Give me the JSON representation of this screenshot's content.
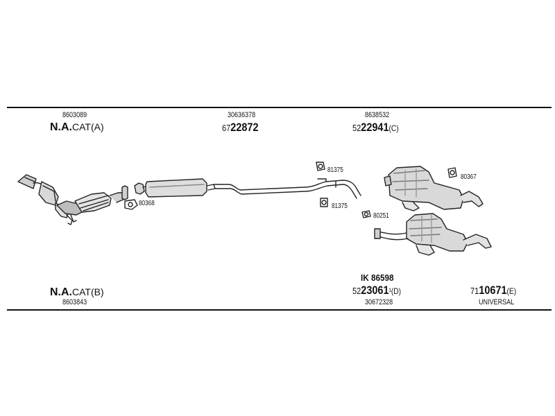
{
  "top_labels": [
    {
      "ref": "8603089",
      "part_prefix": "N.A.",
      "part_suffix": "CAT(A)"
    },
    {
      "ref": "30636378",
      "part_prefix": "67",
      "part_main": "22872",
      "part_suffix": ""
    },
    {
      "ref": "8638532",
      "part_prefix": "52",
      "part_main": "22941",
      "part_suffix": "(C)"
    }
  ],
  "bottom_labels": [
    {
      "part_prefix": "N.A.",
      "part_suffix": "CAT(B)",
      "ref": "8603843"
    },
    {
      "kit": "IK 86598",
      "part_prefix": "52",
      "part_main": "23061",
      "part_suffix": "¹(D)",
      "ref": "30672328"
    },
    {
      "part_prefix": "71",
      "part_main": "10671",
      "part_suffix": "(E)",
      "ref": "UNIVERSAL"
    }
  ],
  "callouts": [
    "81375",
    "81375",
    "80367",
    "80368",
    "80251"
  ]
}
